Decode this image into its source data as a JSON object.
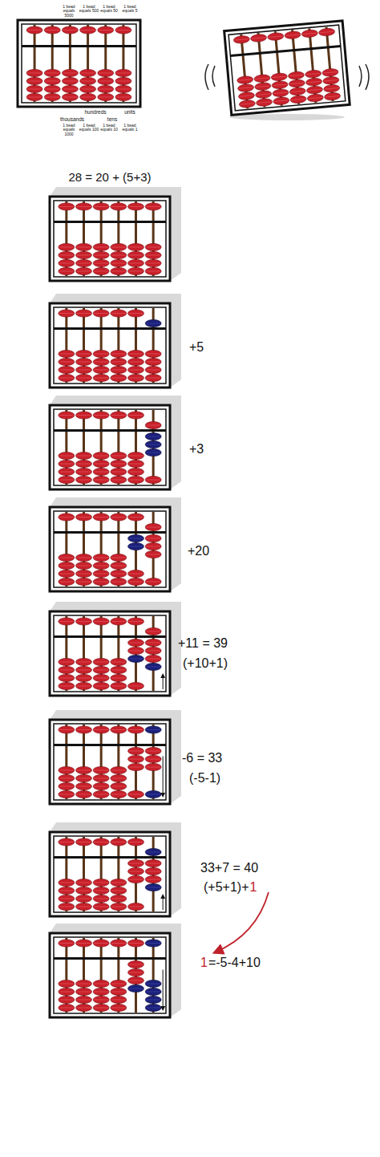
{
  "diagram": {
    "labels": [
      "1 bead equals 5000",
      "1 bead equals 500",
      "1 bead equals 50",
      "1 bead equals 5",
      "hundreds",
      "units",
      "thousands",
      "tens",
      "1 bead equals 1000",
      "1 bead equals 100",
      "1 bead equals 10",
      "1 bead equals 1",
      "28 = 20 + (5+3)",
      "+5",
      "+3",
      "+20",
      "+11 = 39",
      "(+10+1)",
      "-6 = 33",
      "(-5-1)",
      "33+7 = 40",
      "(+5+1)+",
      "1",
      "1",
      "=-5-4+10"
    ]
  }
}
